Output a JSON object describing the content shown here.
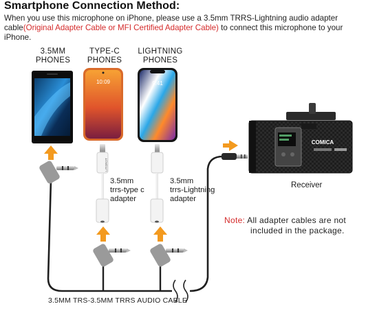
{
  "title": "Smartphone Connection Method:",
  "intro": {
    "before": "When you use this microphone on iPhone, please use a 3.5mm TRRS-Lightning audio adapter cable",
    "highlight": "(Original Adapter Cable or MFI Certified Adapter Cable)",
    "after": " to connect this microphone to your iPhone."
  },
  "phones": [
    {
      "line1": "3.5MM",
      "line2": "PHONES"
    },
    {
      "line1": "TYPE-C",
      "line2": "PHONES"
    },
    {
      "line1": "LIGHTNING",
      "line2": "PHONES"
    }
  ],
  "adapters": [
    {
      "line1": "3.5mm",
      "line2": "trrs-type c",
      "line3": "adapter"
    },
    {
      "line1": "3.5mm",
      "line2": "trrs-Lightning",
      "line3": "adapter"
    }
  ],
  "receiver_label": "Receiver",
  "note": {
    "prefix": "Note:",
    "text1": " All adapter cables are not",
    "text2": "included in the package."
  },
  "cable_label": "3.5MM TRS-3.5MM TRRS AUDIO CABLE",
  "screens": {
    "type_c_time": "10:09",
    "lightning_time": "9:41"
  },
  "device_text": {
    "brand": "COMICA",
    "adapter_brand": "LITOROT"
  },
  "colors": {
    "arrow": "#f39a1f",
    "note_red": "#d42a2a",
    "cable": "#202020"
  }
}
